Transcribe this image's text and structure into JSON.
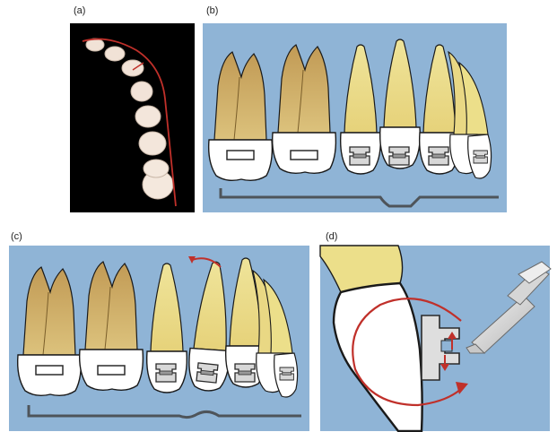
{
  "panels": {
    "a": {
      "label": "(a)"
    },
    "b": {
      "label": "(b)"
    },
    "c": {
      "label": "(c)"
    },
    "d": {
      "label": "(d)"
    }
  },
  "colors": {
    "panel_bg": "#8fb4d6",
    "dark_bg": "#000000",
    "root_tan": "#c9a868",
    "root_yellow": "#ecdf8a",
    "crown_white": "#ffffff",
    "wire": "#4e545a",
    "arrow_red": "#c0302a",
    "outline": "#1a1a1a"
  }
}
